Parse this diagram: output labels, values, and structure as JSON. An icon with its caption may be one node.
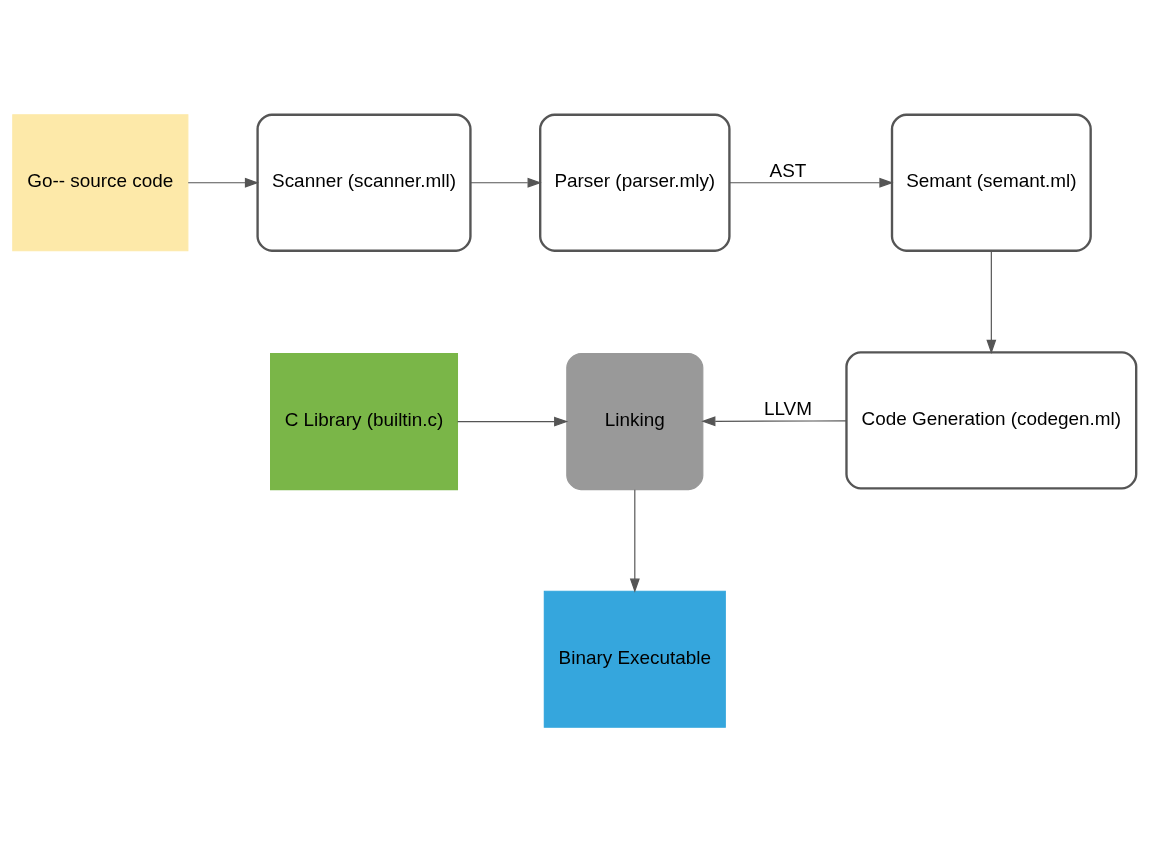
{
  "diagram": {
    "nodes": [
      {
        "text": [
          "Go-- source code"
        ]
      },
      {
        "text": [
          "Scanner (scanner.mll)"
        ]
      },
      {
        "text": [
          "Parser (parser.mly)"
        ]
      },
      {
        "text": [
          "Semant (semant.ml)"
        ]
      },
      {
        "text": [
          "C Library (builtin.c)"
        ]
      },
      {
        "text": [
          "Linking"
        ]
      },
      {
        "text": [
          "Code Generation (codegen.ml)"
        ]
      },
      {
        "text": [
          "Binary Executable"
        ]
      }
    ],
    "edges": [
      {
        "from": 0,
        "to": 1,
        "arrow": "to"
      },
      {
        "from": 1,
        "to": 2,
        "arrow": "to"
      },
      {
        "from": 2,
        "to": 3,
        "arrow": "to",
        "label": "AST"
      },
      {
        "from": 3,
        "to": 6,
        "arrow": "to"
      },
      {
        "from": 4,
        "to": 5,
        "arrow": "to"
      },
      {
        "from": 6,
        "to": 5,
        "arrow": "to",
        "label": "LLVM"
      },
      {
        "from": 5,
        "to": 7,
        "arrow": "to"
      }
    ]
  }
}
